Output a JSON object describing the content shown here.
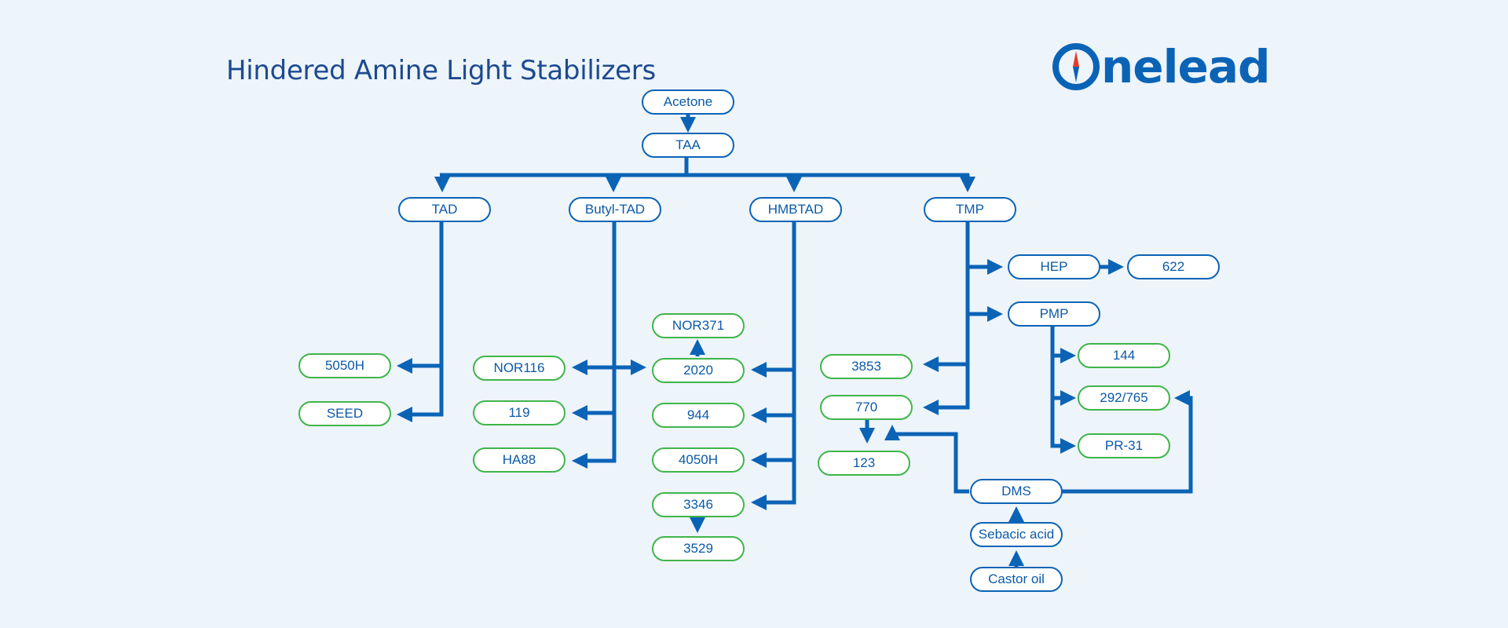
{
  "title": "Hindered Amine Light Stabilizers",
  "logo": {
    "text": "nelead"
  },
  "colors": {
    "blue": "#0b63b6",
    "green": "#3fb54a",
    "background": "#edf4fa",
    "text": "#0b5aa8",
    "compass_red": "#e43b2d"
  },
  "nodes": {
    "acetone": "Acetone",
    "taa": "TAA",
    "tad": "TAD",
    "butyl_tad": "Butyl-TAD",
    "hmbtad": "HMBTAD",
    "tmp": "TMP",
    "hep": "HEP",
    "n622": "622",
    "pmp": "PMP",
    "n5050h": "5050H",
    "seed": "SEED",
    "nor116": "NOR116",
    "n119": "119",
    "ha88": "HA88",
    "nor371": "NOR371",
    "n2020": "2020",
    "n944": "944",
    "n4050h": "4050H",
    "n3346": "3346",
    "n3529": "3529",
    "n3853": "3853",
    "n770": "770",
    "n123": "123",
    "n144": "144",
    "n292_765": "292/765",
    "pr31": "PR-31",
    "dms": "DMS",
    "sebacic_acid": "Sebacic acid",
    "castor_oil": "Castor oil"
  }
}
